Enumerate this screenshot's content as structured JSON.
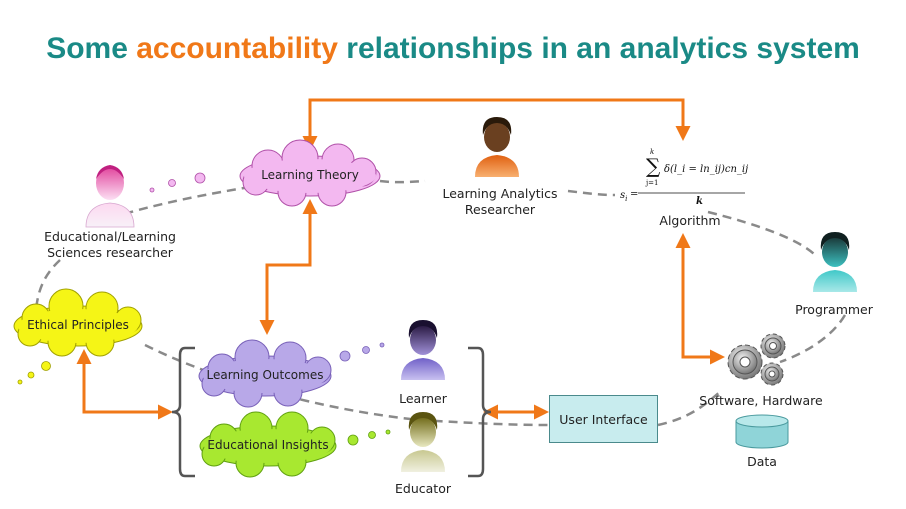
{
  "title": {
    "pre": "Some ",
    "highlight": "accountability",
    "post": " relationships in an analytics system"
  },
  "colors": {
    "title": "#1a8a86",
    "highlight": "#f07818",
    "arrow": "#f07818",
    "dashed": "#8a8a8a",
    "cloud_pink": "#f3b8f0",
    "cloud_yellow": "#f5f516",
    "cloud_lavender": "#b8a8e8",
    "cloud_green": "#a8e830",
    "ui_box": "#c8ecee",
    "data": "#8fd4d8"
  },
  "nodes": {
    "learning_theory": "Learning Theory",
    "ethical_principles": "Ethical Principles",
    "learning_outcomes": "Learning Outcomes",
    "educational_insights": "Educational Insights",
    "user_interface": "User Interface",
    "algorithm": "Algorithm",
    "data": "Data",
    "software_hardware": "Software, Hardware"
  },
  "actors": {
    "researcher_line1": "Educational/Learning",
    "researcher_line2": "Sciences researcher",
    "la_researcher_line1": "Learning Analytics",
    "la_researcher_line2": "Researcher",
    "programmer": "Programmer",
    "learner": "Learner",
    "educator": "Educator"
  },
  "formula": {
    "lhs": "s",
    "lhs_sub": "i",
    "sum_top": "k",
    "sum_bottom": "j=1",
    "numerator": "δ(l_i = ln_ij)cn_ij",
    "denominator": "k"
  },
  "icons": {
    "person": "person-icon",
    "gears": "gears-icon",
    "database": "database-icon"
  }
}
